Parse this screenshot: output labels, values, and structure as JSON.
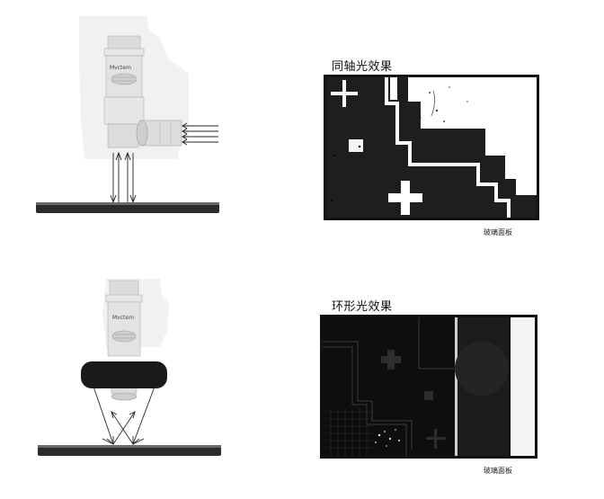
{
  "panels": [
    {
      "heading": "同轴光效果",
      "caption": "玻璃面板",
      "brand": "Mvctem"
    },
    {
      "heading": "环形光效果",
      "caption": "玻璃面板",
      "brand": "Mvctem"
    }
  ],
  "colors": {
    "surface": "#2b2b2b",
    "ring_light": "#1a1a1a",
    "sample_frame": "#111111",
    "coax_background": "#1e1e1e",
    "coax_trace": "#ffffff",
    "ring_background": "#0e0e0e",
    "ring_bright_strip": "#f4f4f4"
  },
  "icons": {
    "microscope_body": "microscope-icon",
    "light_rays": "arrow-icon",
    "cross_marker": "plus-icon"
  }
}
